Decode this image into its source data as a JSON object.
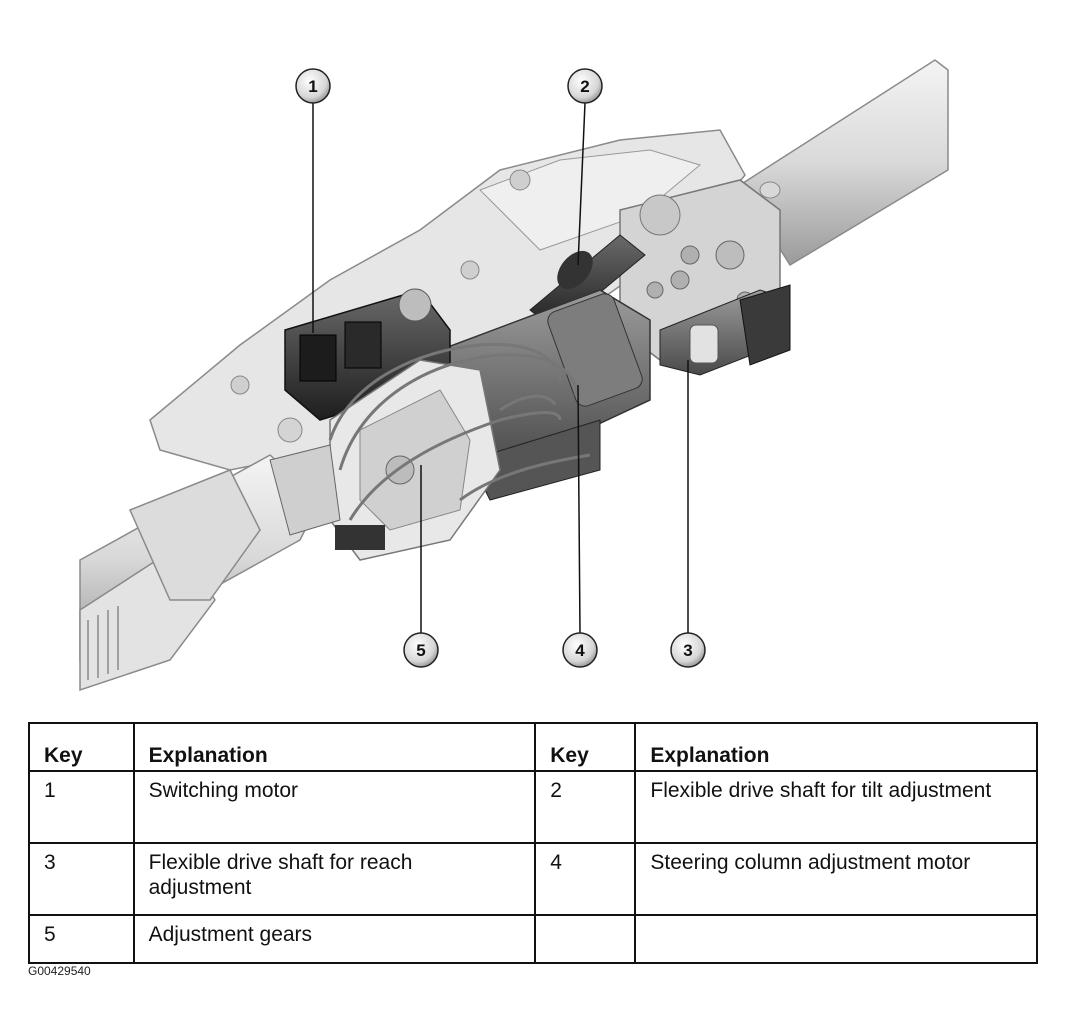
{
  "callouts": [
    "1",
    "2",
    "3",
    "4",
    "5"
  ],
  "table": {
    "headers": [
      "Key",
      "Explanation",
      "Key",
      "Explanation"
    ],
    "rows": [
      [
        "1",
        "Switching motor",
        "2",
        "Flexible drive shaft for tilt adjustment"
      ],
      [
        "3",
        "Flexible drive shaft for reach adjustment",
        "4",
        "Steering column adjustment motor"
      ],
      [
        "5",
        "Adjustment gears",
        "",
        ""
      ]
    ]
  },
  "figure_code": "G00429540"
}
